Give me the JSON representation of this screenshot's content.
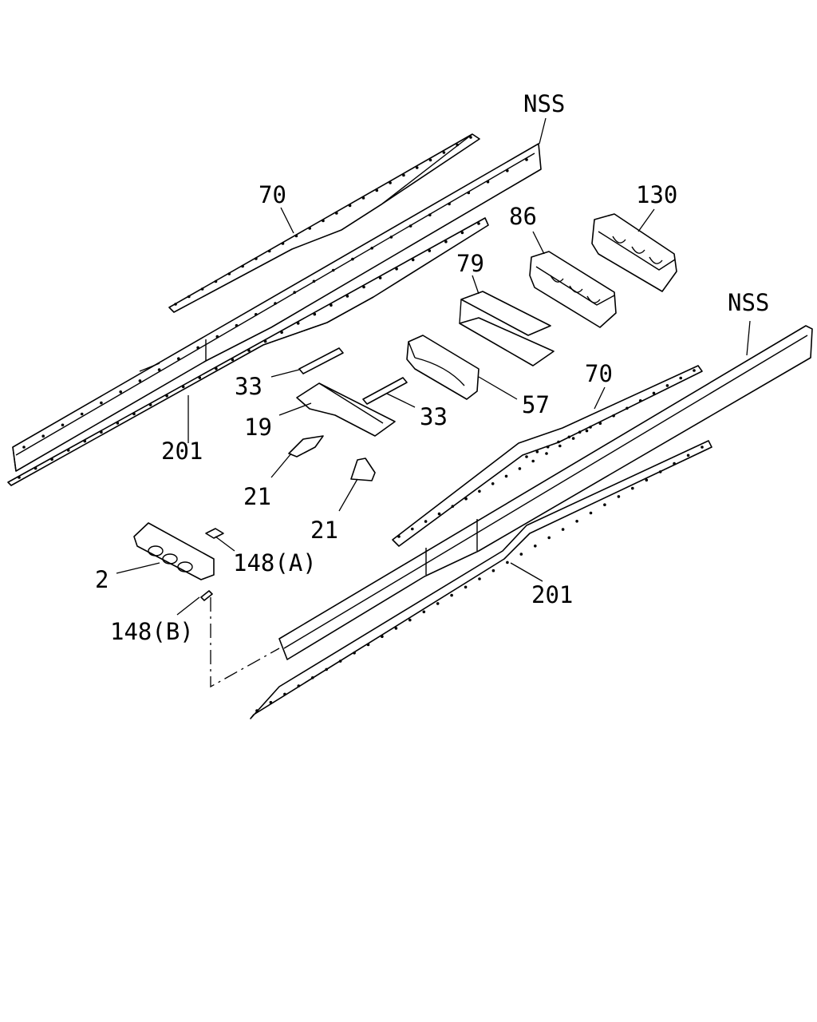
{
  "diagram": {
    "labels": {
      "nss_upper": "NSS",
      "nss_lower": "NSS",
      "p70_upper": "70",
      "p70_lower": "70",
      "p201_upper": "201",
      "p201_lower": "201",
      "p130": "130",
      "p86": "86",
      "p79": "79",
      "p57": "57",
      "p33_left": "33",
      "p33_right": "33",
      "p19": "19",
      "p21_left": "21",
      "p21_right": "21",
      "p148a": "148(A)",
      "p148b": "148(B)",
      "p2": "2"
    }
  }
}
